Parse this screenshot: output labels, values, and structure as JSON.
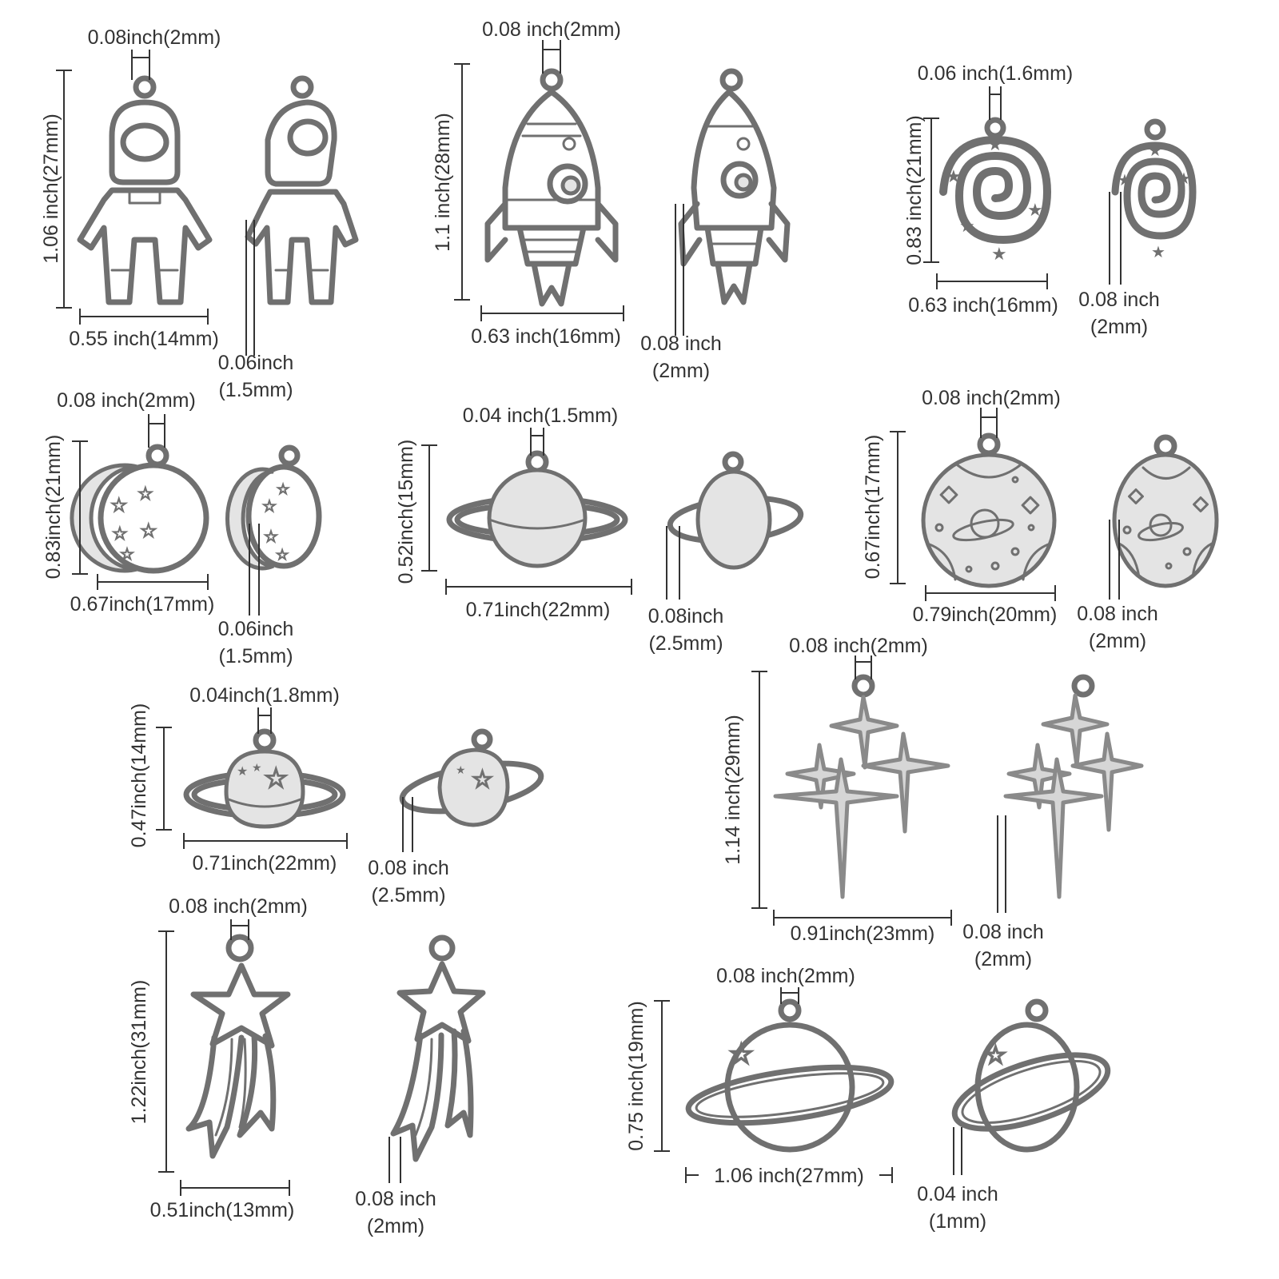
{
  "labels": {
    "astronaut_loop": "0.08inch(2mm)",
    "astronaut_height": "1.06 inch(27mm)",
    "astronaut_width": "0.55 inch(14mm)",
    "astronaut_thick_1": "0.06inch",
    "astronaut_thick_2": "(1.5mm)",
    "rocket_loop": "0.08 inch(2mm)",
    "rocket_height": "1.1 inch(28mm)",
    "rocket_width": "0.63 inch(16mm)",
    "rocket_thick_1": "0.08 inch",
    "rocket_thick_2": "(2mm)",
    "galaxy_loop": "0.06 inch(1.6mm)",
    "galaxy_height": "0.83 inch(21mm)",
    "galaxy_width": "0.63 inch(16mm)",
    "galaxy_thick_1": "0.08 inch",
    "galaxy_thick_2": "(2mm)",
    "moon_loop": "0.08 inch(2mm)",
    "moon_height": "0.83inch(21mm)",
    "moon_width": "0.67inch(17mm)",
    "moon_thick_1": "0.06inch",
    "moon_thick_2": "(1.5mm)",
    "saturn_loop": "0.04 inch(1.5mm)",
    "saturn_height": "0.52inch(15mm)",
    "saturn_width": "0.71inch(22mm)",
    "saturn_thick_1": "0.08inch",
    "saturn_thick_2": "(2.5mm)",
    "coin_loop": "0.08 inch(2mm)",
    "coin_height": "0.67inch(17mm)",
    "coin_width": "0.79inch(20mm)",
    "coin_thick_1": "0.08 inch",
    "coin_thick_2": "(2mm)",
    "planet_loop": "0.04inch(1.8mm)",
    "planet_height": "0.47inch(14mm)",
    "planet_width": "0.71inch(22mm)",
    "planet_thick_1": "0.08 inch",
    "planet_thick_2": "(2.5mm)",
    "sparkle_loop": "0.08 inch(2mm)",
    "sparkle_height": "1.14 inch(29mm)",
    "sparkle_width": "0.91inch(23mm)",
    "sparkle_thick_1": "0.08 inch",
    "sparkle_thick_2": "(2mm)",
    "shootstar_loop": "0.08 inch(2mm)",
    "shootstar_height": "1.22inch(31mm)",
    "shootstar_width": "0.51inch(13mm)",
    "shootstar_thick_1": "0.08 inch",
    "shootstar_thick_2": "(2mm)",
    "ring_loop": "0.08 inch(2mm)",
    "ring_height": "0.75 inch(19mm)",
    "ring_width": "1.06 inch(27mm)",
    "ring_thick_1": "0.04 inch",
    "ring_thick_2": "(1mm)"
  },
  "colors": {
    "metal": "#707070",
    "text": "#333333",
    "background": "#ffffff"
  }
}
